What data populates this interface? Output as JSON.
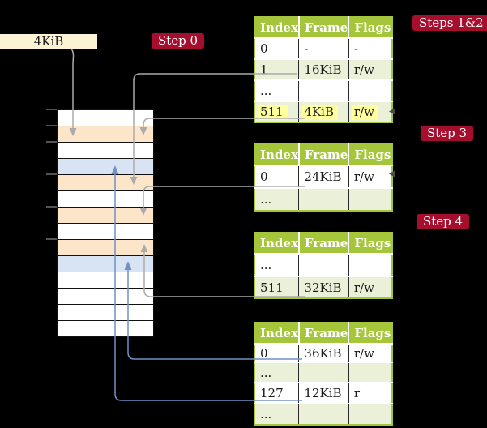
{
  "frame_box": {
    "label": "4KiB"
  },
  "step_labels": {
    "step0": "Step 0",
    "steps12": "Steps 1&2",
    "step3": "Step 3",
    "step4": "Step 4"
  },
  "table_headers": {
    "index": "Index",
    "frame": "Frame",
    "flags": "Flags"
  },
  "tables": {
    "pt1": {
      "rows": [
        {
          "index": "0",
          "frame": "-",
          "flags": "-"
        },
        {
          "index": "1",
          "frame": "16KiB",
          "flags": "r/w"
        },
        {
          "index": "...",
          "frame": "",
          "flags": ""
        },
        {
          "index": "511",
          "frame": "4KiB",
          "flags": "r/w"
        }
      ]
    },
    "pt2": {
      "rows": [
        {
          "index": "0",
          "frame": "24KiB",
          "flags": "r/w"
        },
        {
          "index": "...",
          "frame": "",
          "flags": ""
        }
      ]
    },
    "pt3": {
      "rows": [
        {
          "index": "...",
          "frame": "",
          "flags": ""
        },
        {
          "index": "511",
          "frame": "32KiB",
          "flags": "r/w"
        }
      ]
    },
    "pt4": {
      "rows": [
        {
          "index": "0",
          "frame": "36KiB",
          "flags": "r/w"
        },
        {
          "index": "...",
          "frame": "",
          "flags": ""
        },
        {
          "index": "127",
          "frame": "12KiB",
          "flags": "r"
        },
        {
          "index": "...",
          "frame": "",
          "flags": ""
        }
      ]
    }
  },
  "memory": {
    "rows": [
      {
        "color": "#ffffff"
      },
      {
        "color": "#fce5c8"
      },
      {
        "color": "#ffffff"
      },
      {
        "color": "#d8e4f4"
      },
      {
        "color": "#fce5c8"
      },
      {
        "color": "#ffffff"
      },
      {
        "color": "#fce5c8"
      },
      {
        "color": "#ffffff"
      },
      {
        "color": "#fce5c8"
      },
      {
        "color": "#d8e4f4"
      },
      {
        "color": "#ffffff"
      },
      {
        "color": "#ffffff"
      },
      {
        "color": "#ffffff"
      },
      {
        "color": "#ffffff"
      }
    ]
  },
  "colors": {
    "badge_red": "#a50e2d",
    "table_header_green": "#a5c63b",
    "table_shaded_green": "#ebf1d9",
    "highlight_yellow": "#ffff9e",
    "frame_orange": "#fce5c8",
    "frame_blue": "#d8e4f4",
    "frame_box_cream": "#fcf3d4",
    "gray_arrow": "#aaaaaa",
    "blue_arrow": "#7191c4"
  }
}
